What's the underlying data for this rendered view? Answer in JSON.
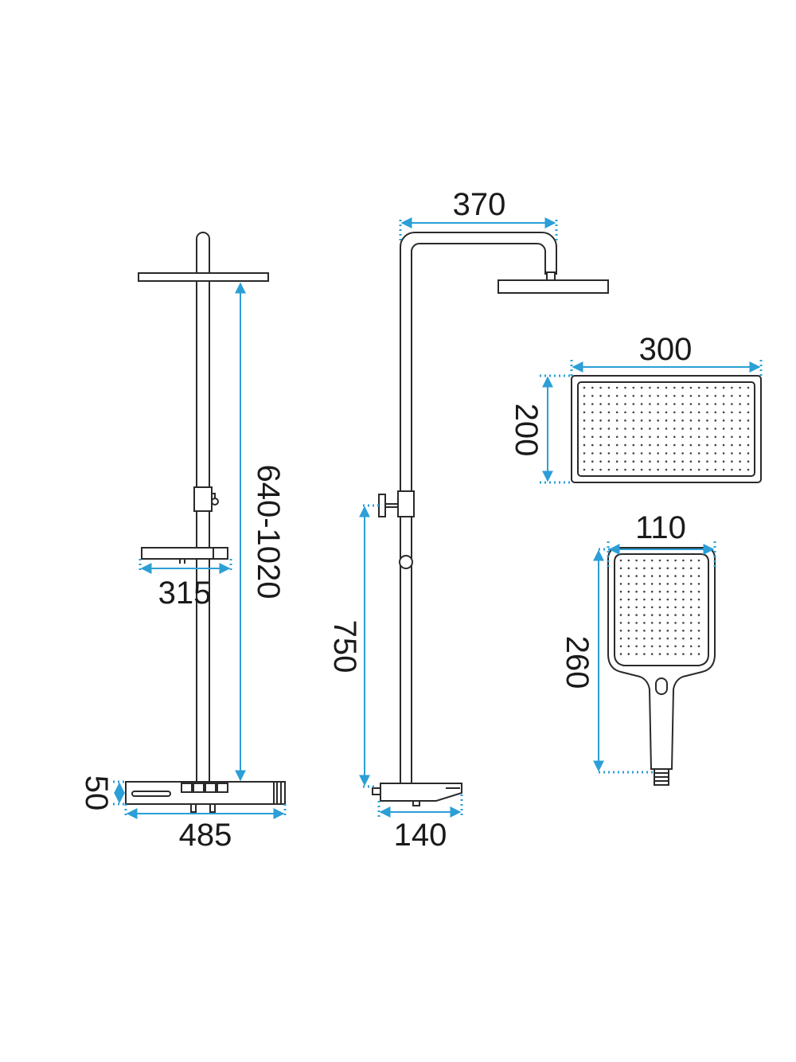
{
  "colors": {
    "line": "#2a2a2a",
    "dimension": "#2b9fd6",
    "background": "#ffffff"
  },
  "dimensions": {
    "front_rail_height": "640-1020",
    "front_shelf_width": "315",
    "front_mixer_height": "50",
    "front_mixer_width": "485",
    "side_arm_width": "370",
    "side_valve_height": "750",
    "side_mixer_depth": "140",
    "overhead_width": "300",
    "overhead_height": "200",
    "handshower_width": "110",
    "handshower_length": "260"
  }
}
